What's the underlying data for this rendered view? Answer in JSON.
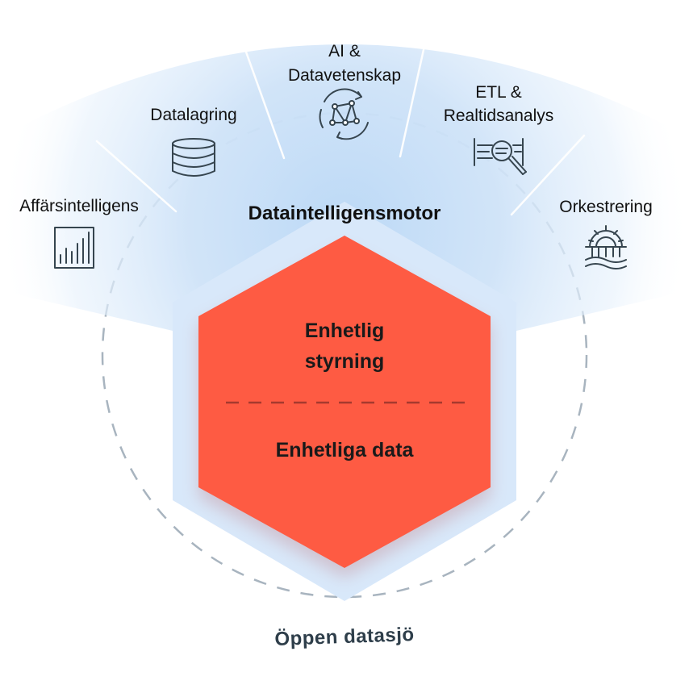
{
  "diagram": {
    "categories": [
      {
        "id": "bi",
        "label": "Affärsintelligens",
        "icon": "bar-chart-icon"
      },
      {
        "id": "storage",
        "label": "Datalagring",
        "icon": "database-icon"
      },
      {
        "id": "ai",
        "label_lines": [
          "AI &",
          "Datavetenskap"
        ],
        "icon": "network-cycle-icon"
      },
      {
        "id": "etl",
        "label_lines": [
          "ETL &",
          "Realtidsanalys"
        ],
        "icon": "magnifier-data-icon"
      },
      {
        "id": "orch",
        "label": "Orkestrering",
        "icon": "gear-bridge-icon"
      }
    ],
    "engine_title": "Dataintelligensmotor",
    "hexagon": {
      "top_lines": [
        "Enhetlig",
        "styrning"
      ],
      "bottom_label": "Enhetliga data",
      "fill_color": "#fe5b43"
    },
    "lake_label": "Öppen datasjö",
    "colors": {
      "glow": "#cfe3f8",
      "platform": "#d8e8fa",
      "dashed_circle": "#a8b4bf",
      "icon_stroke": "#36454f"
    }
  }
}
